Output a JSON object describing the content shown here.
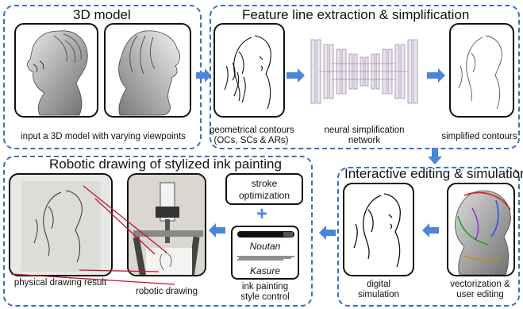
{
  "panels": {
    "model": {
      "title": "3D model",
      "caption": "input a 3D model with varying viewpoints"
    },
    "feature": {
      "title": "Feature line extraction & simplification",
      "caption_contours_1": "geometrical contours",
      "caption_contours_2": "(OCs, SCs & ARs)",
      "caption_network_1": "neural simplification",
      "caption_network_2": "network",
      "caption_simplified": "simplified contours"
    },
    "robotic": {
      "title": "Robotic drawing of stylized ink painting",
      "caption_physical": "physical drawing result",
      "caption_robot": "robotic drawing",
      "stroke_opt_1": "stroke",
      "stroke_opt_2": "optimization",
      "plus": "+",
      "noutan": "Noutan",
      "kasure": "Kasure",
      "caption_style_1": "ink painting",
      "caption_style_2": "style control"
    },
    "editing": {
      "title": "Interactive editing & simulation",
      "caption_digital_1": "digital",
      "caption_digital_2": "simulation",
      "caption_vector_1": "vectorization &",
      "caption_vector_2": "user editing"
    }
  },
  "colors": {
    "panel_border": "#3a6cc8",
    "arrow": "#4a86d8",
    "red_line": "#c8102e"
  }
}
